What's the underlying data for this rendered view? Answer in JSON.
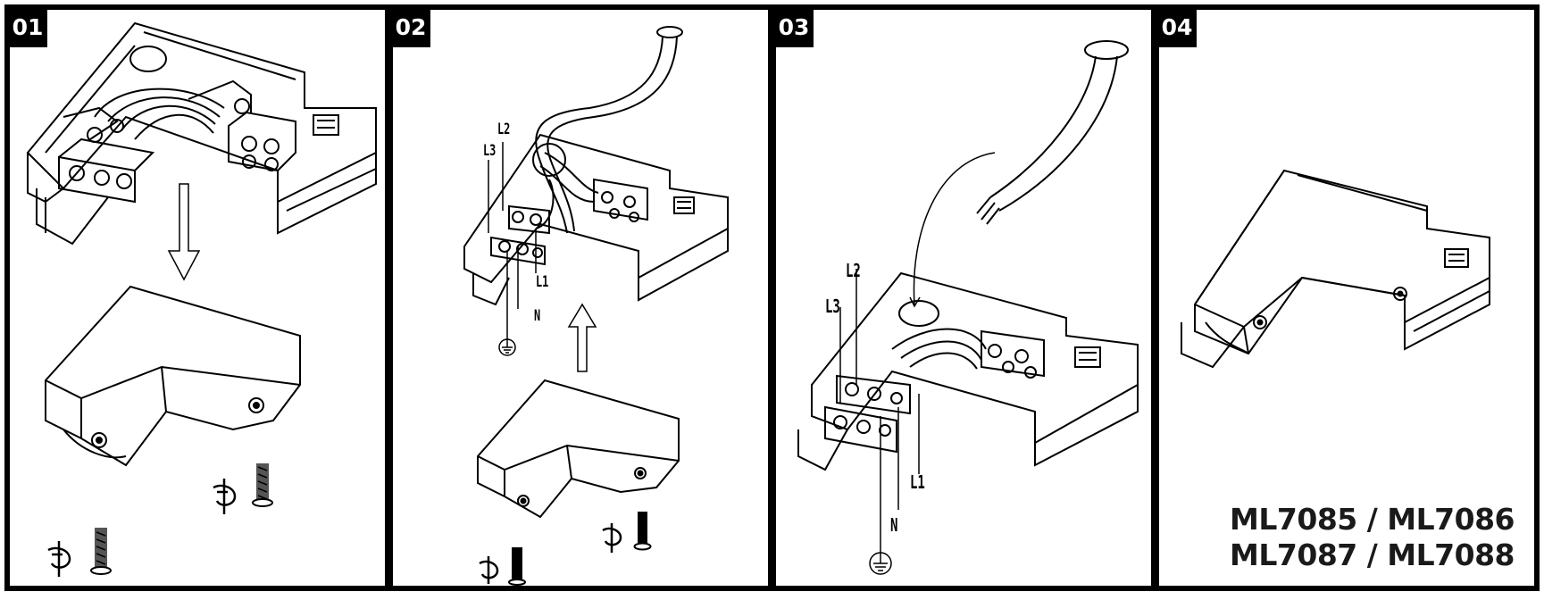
{
  "panels": [
    {
      "number": "01"
    },
    {
      "number": "02",
      "labels": {
        "l2": "L2",
        "l3": "L3",
        "l1": "L1",
        "n": "N"
      }
    },
    {
      "number": "03",
      "labels": {
        "l2": "L2",
        "l3": "L3",
        "l1": "L1",
        "n": "N"
      }
    },
    {
      "number": "04"
    }
  ],
  "models": {
    "line1": "ML7085 / ML7086",
    "line2": "ML7087 / ML7088"
  },
  "icons": [
    "screwdriver-icon",
    "screw-icon",
    "ground-icon",
    "arrow-down-icon",
    "arrow-up-icon"
  ]
}
